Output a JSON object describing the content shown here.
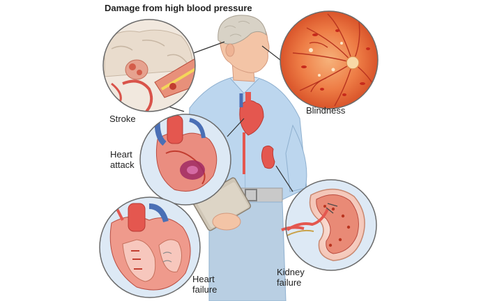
{
  "title": "Damage from high blood pressure",
  "labels": {
    "stroke": "Stroke",
    "blindness": "Blindness",
    "heart_attack_line1": "Heart",
    "heart_attack_line2": "attack",
    "heart_failure_line1": "Heart",
    "heart_failure_line2": "failure",
    "kidney_failure_line1": "Kidney",
    "kidney_failure_line2": "failure"
  },
  "colors": {
    "shirt": "#bcd6ee",
    "skin": "#f3c4a6",
    "hair": "#d8d2c6",
    "organ_red": "#e4574f",
    "vessel_blue": "#4a6fb5",
    "circle_border": "#6b6b6b",
    "retina": "#e8743a"
  }
}
